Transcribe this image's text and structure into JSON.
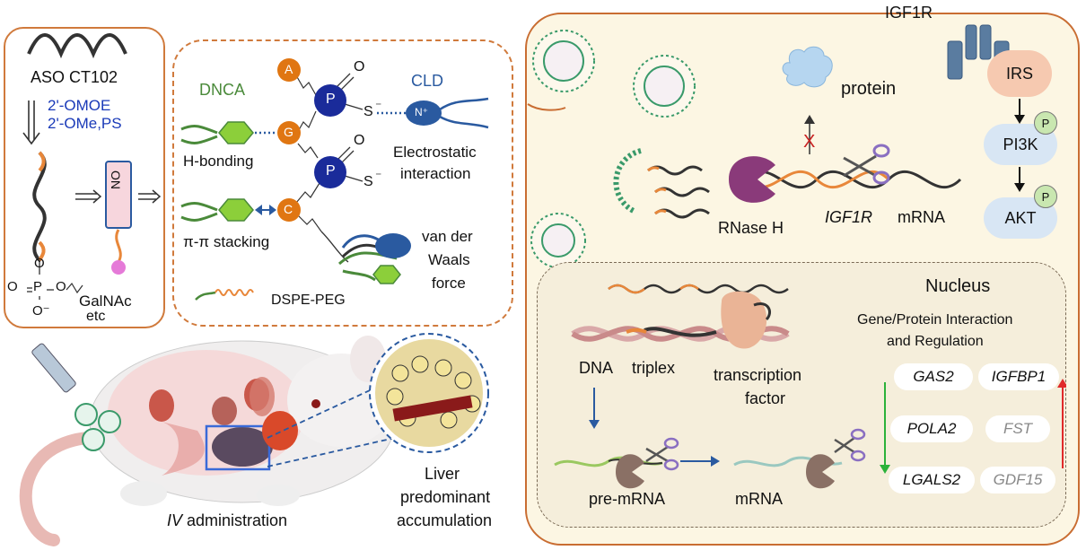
{
  "aso": {
    "name": "ASO CT102",
    "mod1": "2'-OMOE",
    "mod2": "2'-OMe,PS",
    "phos_o": "O",
    "phos_p": "P",
    "phos_om": "O⁻",
    "phos_o2": "O",
    "conjugate": "GalNAc",
    "etc": "etc",
    "box_label": "ON"
  },
  "dnca": {
    "dnca_label": "DNCA",
    "cld_label": "CLD",
    "base_a": "A",
    "base_g": "G",
    "base_c": "C",
    "p_label": "P",
    "o_label": "O",
    "s_label": "S",
    "s_minus": "⁻",
    "n_plus": "N⁺",
    "h_bonding": "H-bonding",
    "pi_stacking": "π-π stacking",
    "electrostatic_1": "Electrostatic",
    "electrostatic_2": "interaction",
    "vdw_1": "van der",
    "vdw_2": "Waals",
    "vdw_3": "force",
    "dspe": "DSPE-PEG"
  },
  "animal": {
    "admin_italic": "IV",
    "admin_text": " administration",
    "liver_1": "Liver",
    "liver_2": "predominant",
    "liver_3": "accumulation"
  },
  "cell": {
    "receptor": "IGF1R",
    "protein": "protein",
    "rnaseh": "RNase H",
    "mrna_gene": "IGF1R",
    "mrna_label": "mRNA",
    "irs": "IRS",
    "pi3k": "PI3K",
    "akt": "AKT",
    "p": "P",
    "blocked": "X"
  },
  "nucleus": {
    "title": "Nucleus",
    "subtitle_1": "Gene/Protein Interaction",
    "subtitle_2": "and Regulation",
    "dna": "DNA",
    "triplex": "triplex",
    "tf_1": "transcription",
    "tf_2": "factor",
    "pre_mrna": "pre-mRNA",
    "mrna": "mRNA",
    "genes_down": [
      "GAS2",
      "POLA2",
      "LGALS2"
    ],
    "genes_up": [
      "IGFBP1",
      "FST",
      "GDF15"
    ]
  },
  "colors": {
    "orange": "#e8873a",
    "navy": "#1a2b9a",
    "green": "#4a8a3a",
    "blue_text": "#1a3ab8",
    "dnca_green": "#4a8a3a",
    "cld_blue": "#2a5aa0"
  }
}
